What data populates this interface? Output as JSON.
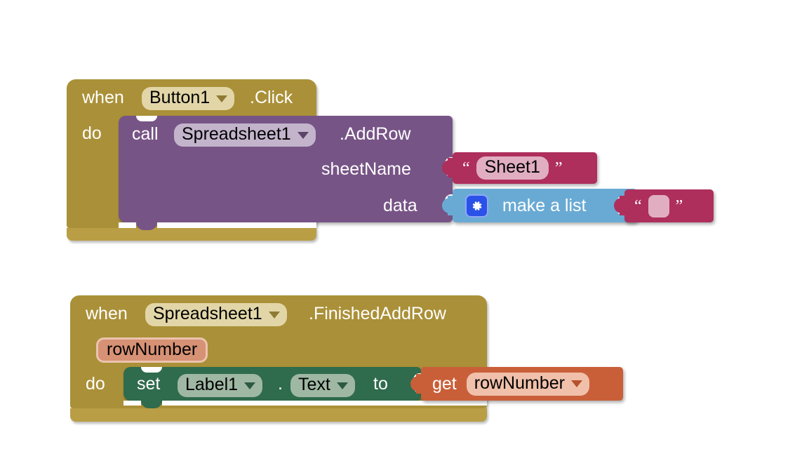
{
  "app": {
    "name": "MIT App Inventor Blocks Editor",
    "canvas_background": "#ffffff"
  },
  "colors": {
    "event_block": "#AA9038",
    "event_block_bar": "#B99E45",
    "method_call_block": "#775486",
    "setter_block": "#2F6B4D",
    "text_block": "#AE2E5C",
    "list_block": "#69AAD4",
    "variable_block": "#C95F39",
    "gear_button": "#2A52E8",
    "dropdown_gold": "#E2D6A8",
    "dropdown_purple": "#C3B4CC",
    "dropdown_green": "#9FB8A4",
    "dropdown_orange": "#F0C0AA",
    "text_field_pink": "#E0AEC0",
    "parameter_pill": "#D79174"
  },
  "blocks": {
    "group1": {
      "event": {
        "when_keyword": "when",
        "component": "Button1",
        "event_name": ".Click",
        "do_keyword": "do",
        "dropdown_icon": "chevron-down-icon"
      },
      "call": {
        "call_keyword": "call",
        "component": "Spreadsheet1",
        "method_name": ".AddRow",
        "dropdown_icon": "chevron-down-icon",
        "args": [
          {
            "label": "sheetName"
          },
          {
            "label": "data"
          }
        ]
      },
      "sheet_name_text": {
        "open_quote": "“",
        "value": "Sheet1",
        "close_quote": "”"
      },
      "make_a_list": {
        "gear_icon": "gear-icon",
        "label": "make a list"
      },
      "list_item_text": {
        "open_quote": "“",
        "value": "",
        "close_quote": "”"
      }
    },
    "group2": {
      "event": {
        "when_keyword": "when",
        "component": "Spreadsheet1",
        "event_name": ".FinishedAddRow",
        "do_keyword": "do",
        "dropdown_icon": "chevron-down-icon",
        "parameter": "rowNumber"
      },
      "setter": {
        "set_keyword": "set",
        "component": "Label1",
        "separator": ".",
        "property": "Text",
        "to_keyword": "to",
        "dropdown_icon": "chevron-down-icon"
      },
      "getter": {
        "get_keyword": "get",
        "variable": "rowNumber",
        "dropdown_icon": "chevron-down-icon"
      }
    }
  }
}
